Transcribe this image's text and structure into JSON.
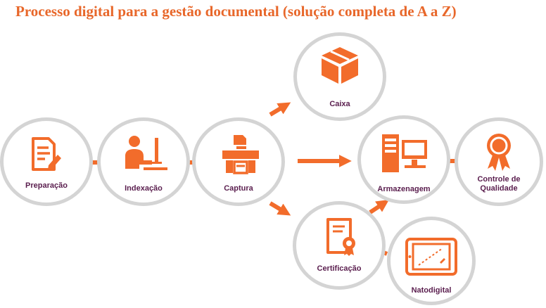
{
  "title": "Processo digital para a gestão documental (solução completa de A a Z)",
  "colors": {
    "accent": "#f26c2b",
    "label": "#5a1e4e",
    "ring": "#d4d4d4",
    "title": "#e8672a"
  },
  "steps": [
    {
      "id": "preparacao",
      "label": "Preparação",
      "icon": "document-pen-icon"
    },
    {
      "id": "indexacao",
      "label": "Indexação",
      "icon": "person-at-computer-icon"
    },
    {
      "id": "captura",
      "label": "Captura",
      "icon": "scanner-icon"
    },
    {
      "id": "caixa",
      "label": "Caixa",
      "icon": "box-icon"
    },
    {
      "id": "armazenagem",
      "label": "Armazenagem",
      "icon": "server-computer-icon"
    },
    {
      "id": "controle",
      "label": "Controle de Qualidade",
      "label_line1": "Controle de",
      "label_line2": "Qualidade",
      "icon": "award-ribbon-icon"
    },
    {
      "id": "certificacao",
      "label": "Certificação",
      "icon": "certificate-icon"
    },
    {
      "id": "natodigital",
      "label": "Natodigital",
      "icon": "tablet-icon"
    }
  ]
}
